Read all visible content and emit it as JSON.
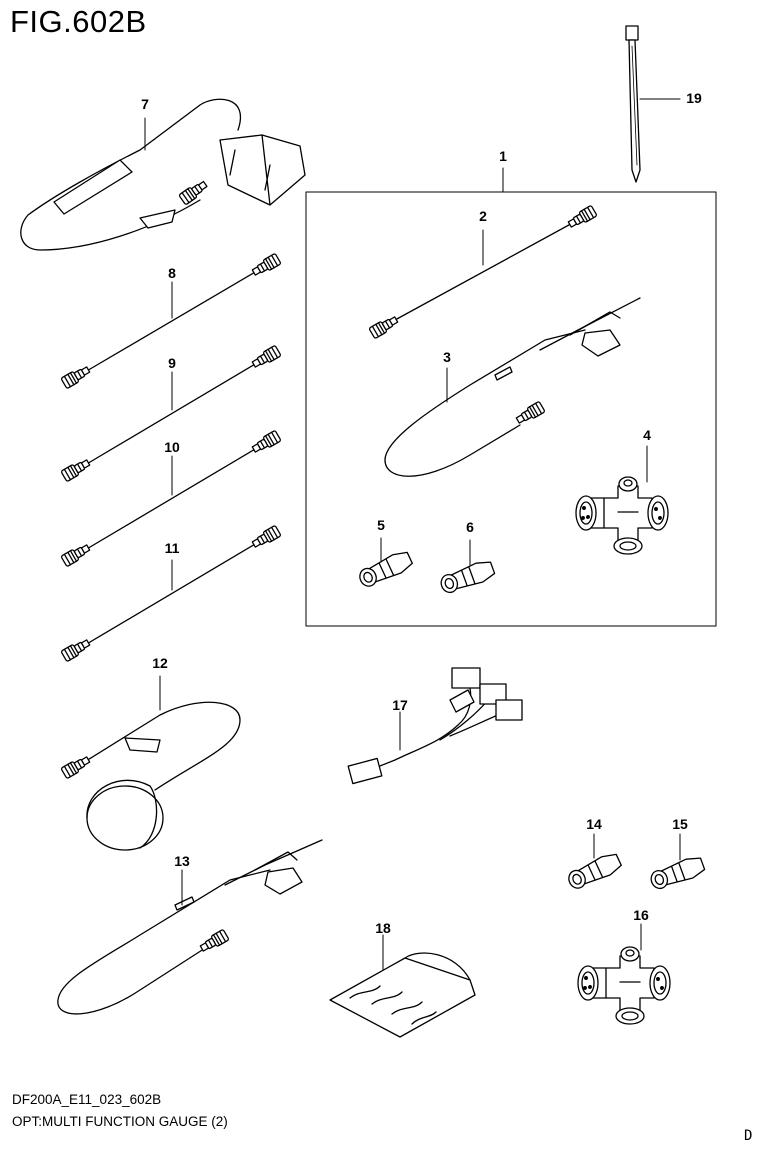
{
  "figure_title": "FIG.602B",
  "footer": {
    "code": "DF200A_E11_023_602B",
    "description": "OPT:MULTI FUNCTION GAUGE (2)"
  },
  "page_letter": "D",
  "parts": [
    {
      "ref": "1"
    },
    {
      "ref": "2"
    },
    {
      "ref": "3"
    },
    {
      "ref": "4"
    },
    {
      "ref": "5"
    },
    {
      "ref": "6"
    },
    {
      "ref": "7"
    },
    {
      "ref": "8"
    },
    {
      "ref": "9"
    },
    {
      "ref": "10"
    },
    {
      "ref": "11"
    },
    {
      "ref": "12"
    },
    {
      "ref": "13"
    },
    {
      "ref": "14"
    },
    {
      "ref": "15"
    },
    {
      "ref": "16"
    },
    {
      "ref": "17"
    },
    {
      "ref": "18"
    },
    {
      "ref": "19"
    }
  ]
}
